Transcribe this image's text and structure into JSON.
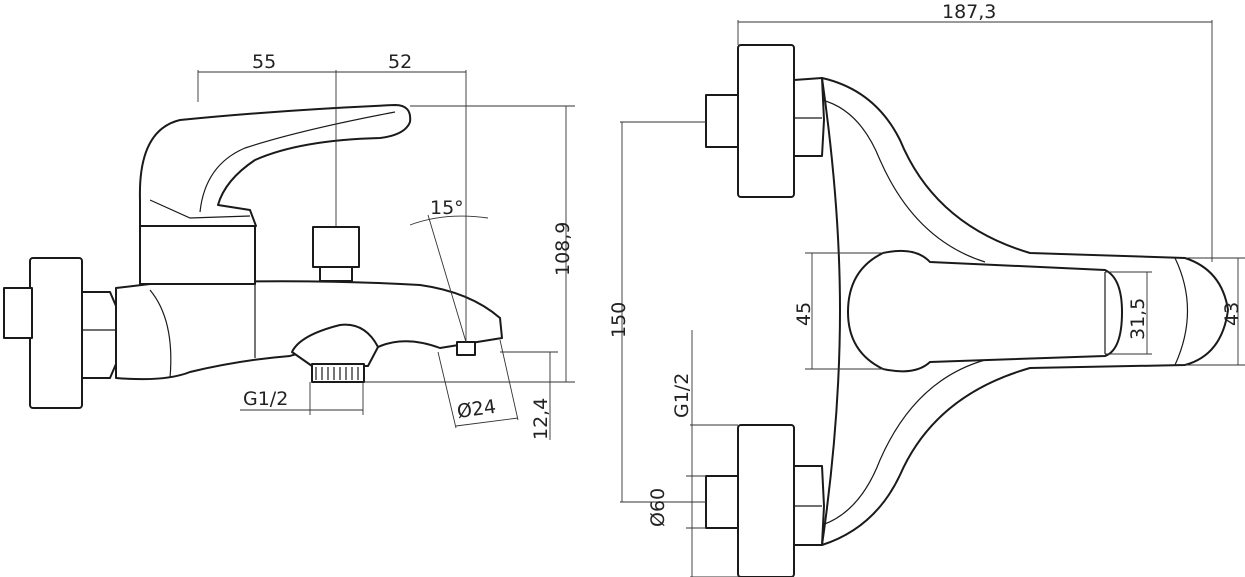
{
  "dimensions": {
    "top_left": "55",
    "top_right": "52",
    "angle": "15°",
    "height": "108,9",
    "thread_bottom": "G1/2",
    "outlet_diameter": "Ø24",
    "outlet_height": "12,4",
    "total_width": "187,3",
    "centers": "150",
    "body_height": "45",
    "lever_height": "31,5",
    "lever_end": "43",
    "thread_side": "G1/2",
    "flange_diameter": "Ø60"
  }
}
